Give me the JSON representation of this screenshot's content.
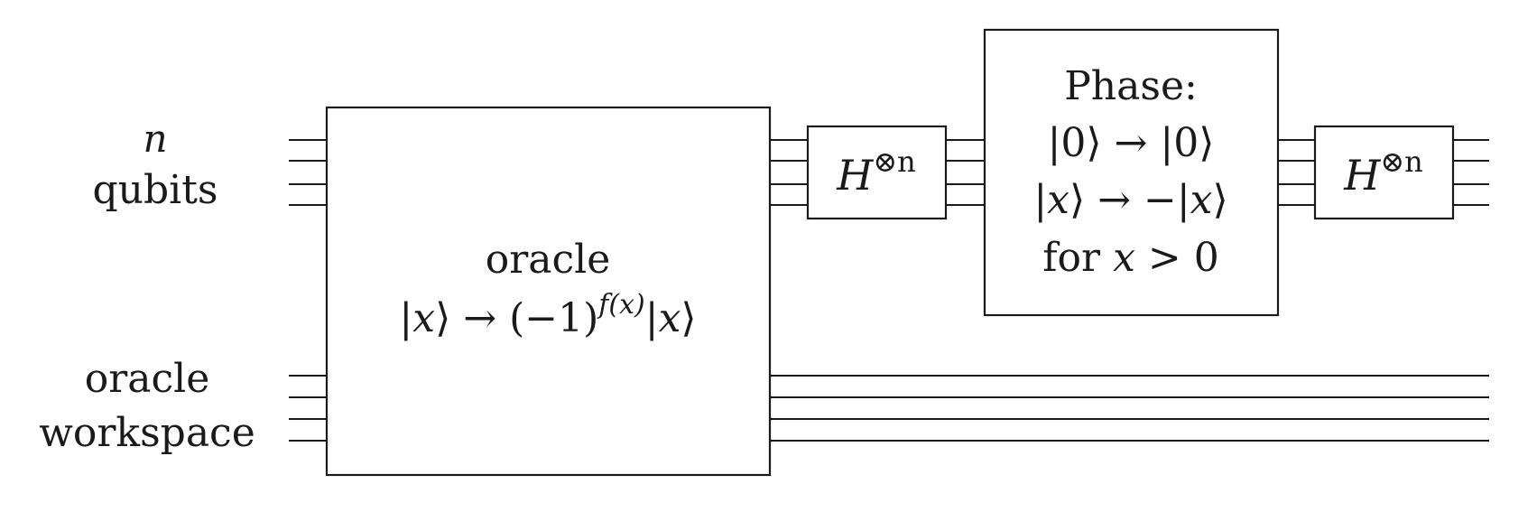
{
  "labels": {
    "top_register_line1": "n",
    "top_register_line2": "qubits",
    "bottom_register_line1": "oracle",
    "bottom_register_line2": "workspace"
  },
  "oracle_gate": {
    "title": "oracle",
    "formula_ket_x": "x",
    "formula_minus_one": "−1",
    "formula_exponent": "f(x)",
    "formula_ket_x2": "x"
  },
  "hadamard_gate_1": {
    "base": "H",
    "exponent": "⊗n"
  },
  "phase_gate": {
    "title": "Phase:",
    "line2_left": "0",
    "line2_right": "0",
    "line3_left": "x",
    "line3_right": "x",
    "line4_prefix": "for",
    "line4_var": "x",
    "line4_rest": "> 0"
  },
  "hadamard_gate_2": {
    "base": "H",
    "exponent": "⊗n"
  }
}
